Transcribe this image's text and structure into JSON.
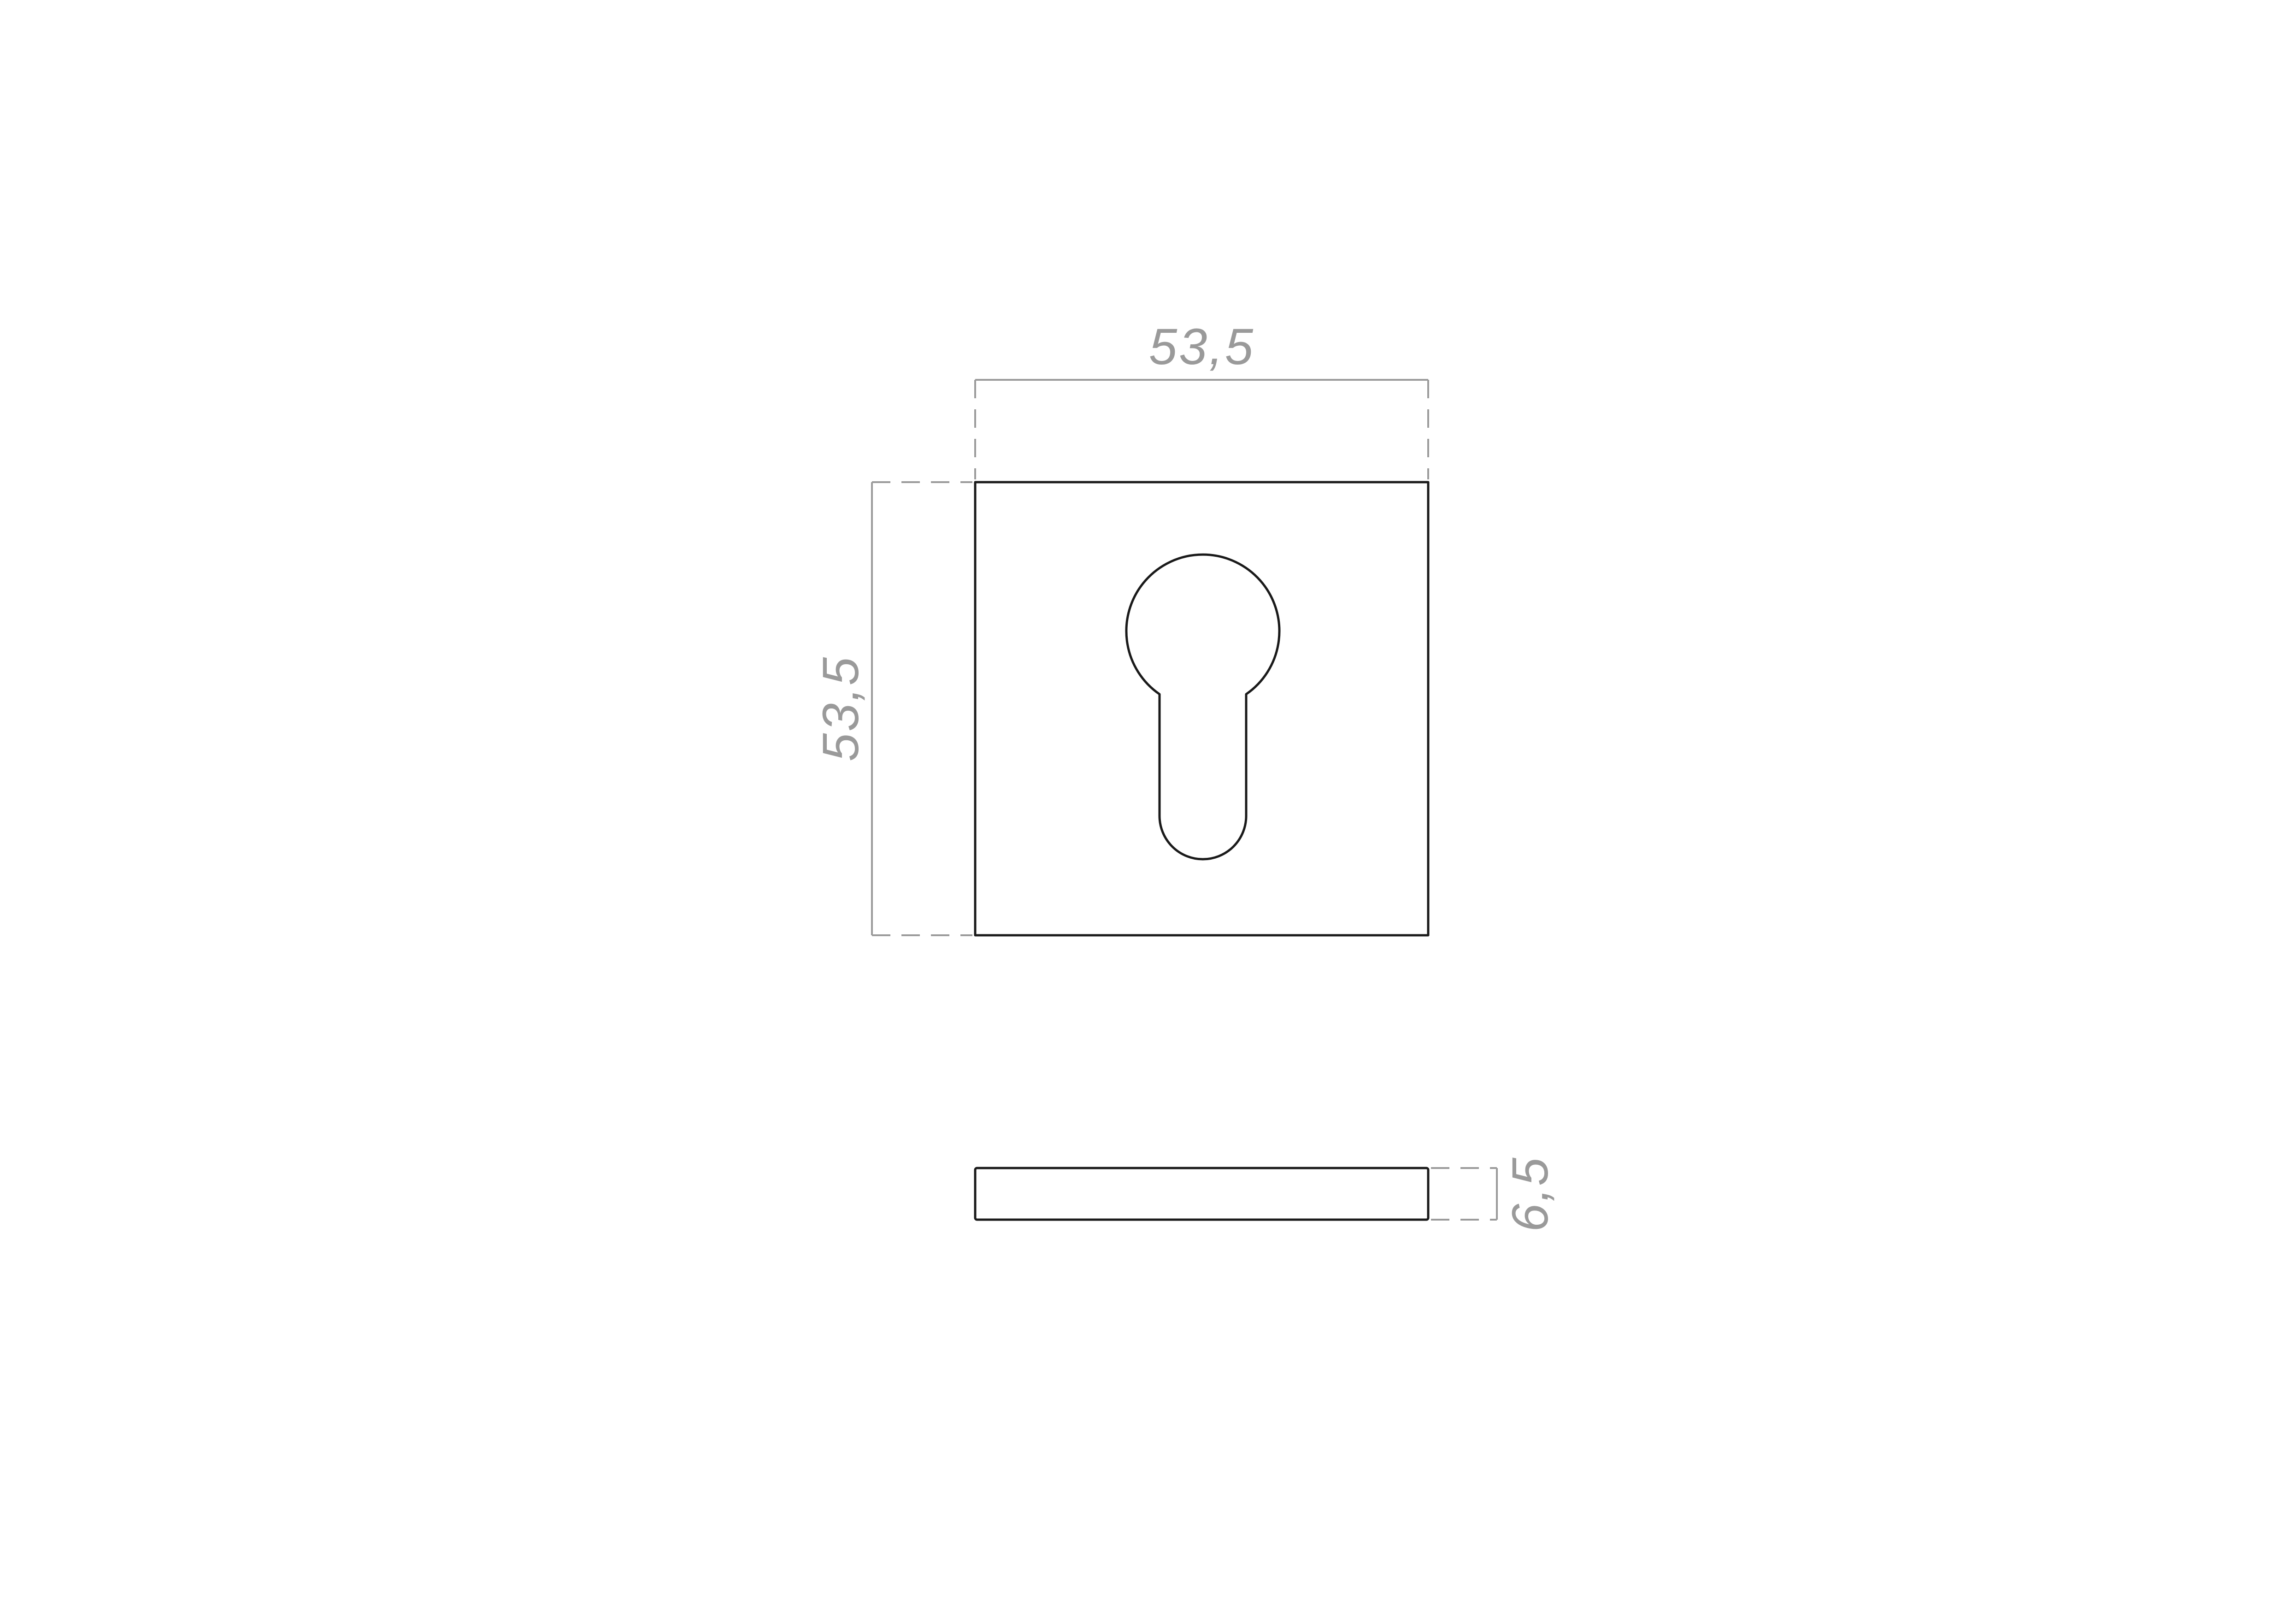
{
  "dimensions": {
    "width_label": "53,5",
    "height_label": "53,5",
    "thickness_label": "6,5"
  },
  "colors": {
    "outline": "#1a1a1a",
    "dimension": "#9a9a9a",
    "background": "#ffffff"
  }
}
